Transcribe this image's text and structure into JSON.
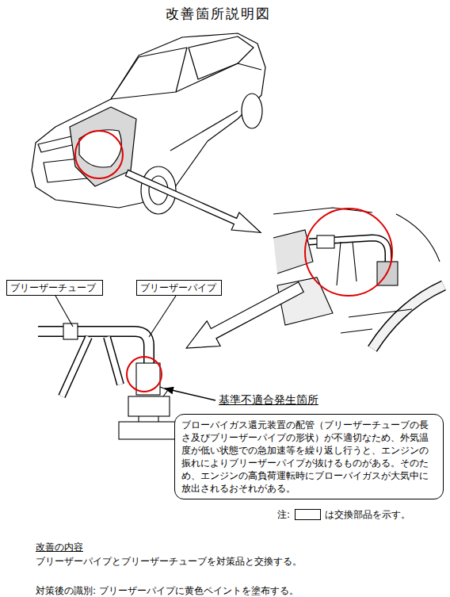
{
  "diagram": {
    "title": "改善箇所説明図",
    "nodes": [
      {
        "text": [
          "ブリーザーチューブ"
        ]
      },
      {
        "text": [
          "ブリーザーパイプ"
        ]
      },
      {
        "text": [
          "基準不適合発生箇所",
          "ブローバイガス還元装置の配管（ブリーザーチューブの長さ及びブリーザーパイプの形状）が不適切なため、外気温度が低い状態での急加速等を繰り返し行うと、エンジンの振れによりブリーザーパイプが抜けるものがある。そのため、エンジンの高負荷運転時にブローバイガスが大気中に放出されるおそれがある。"
        ]
      }
    ],
    "labels": [
      "注:",
      "改善の内容",
      "ブリーザーパイプとブリーザーチューブを対策品と交換する。",
      "対策後の識別: ブリーザーパイプに黄色ペイントを塗布する。"
    ],
    "legend": [
      {
        "text": "は交換部品を示す。"
      }
    ]
  }
}
